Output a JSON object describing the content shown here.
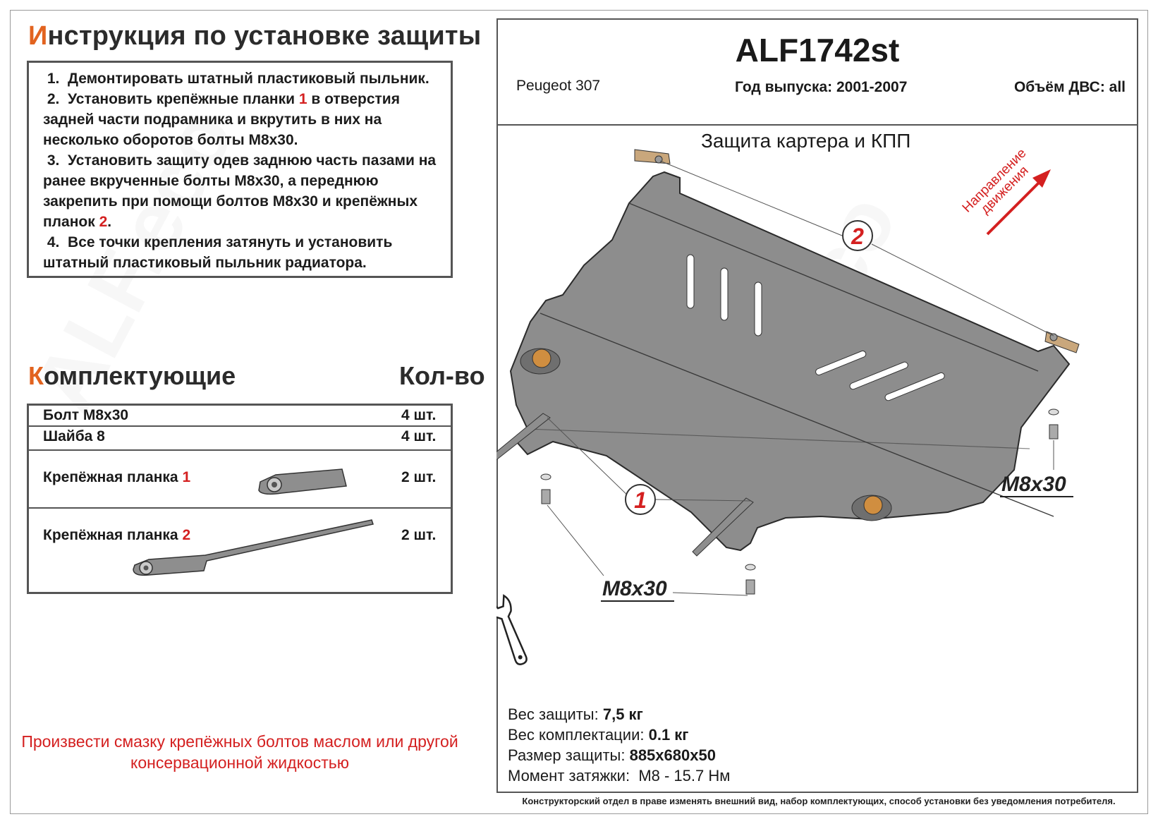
{
  "instructions": {
    "title_first_letter": "И",
    "title_rest": "нструкция по установке защиты",
    "steps": [
      {
        "num": "1.",
        "text": "Демонтировать штатный пластиковый пыльник."
      },
      {
        "num": "2.",
        "text_a": "Установить крепёжные планки ",
        "ref": "1",
        "text_b": " в отверстия задней части подрамника и вкрутить в них на несколько оборотов болты М8х30."
      },
      {
        "num": "3.",
        "text_a": "Установить защиту одев заднюю часть пазами на ранее вкрученные болты М8х30, а переднюю закрепить при помощи болтов М8х30 и крепёжных планок ",
        "ref": "2",
        "text_b": "."
      },
      {
        "num": "4.",
        "text": "Все точки крепления затянуть и установить штатный пластиковый пыльник радиатора."
      }
    ]
  },
  "kit": {
    "title_first_letter": "К",
    "title_rest": "омплектующие",
    "qty_title": "Кол-во",
    "items": [
      {
        "name": "Болт М8х30",
        "ref": "",
        "qty": "4 шт."
      },
      {
        "name": "Шайба 8",
        "ref": "",
        "qty": "4 шт."
      },
      {
        "name": "Крепёжная планка ",
        "ref": "1",
        "qty": "2 шт."
      },
      {
        "name": "Крепёжная планка ",
        "ref": "2",
        "qty": "2 шт."
      }
    ]
  },
  "note": "Произвести смазку крепёжных болтов маслом или другой консервационной жидкостью",
  "product": {
    "code": "ALF1742st",
    "car": "Peugeot 307",
    "year": "Год выпуска: 2001-2007",
    "engine": "Объём ДВС: all",
    "part_title": "Защита картера и КПП"
  },
  "diagram": {
    "callout_1": "1",
    "callout_2": "2",
    "bolt_label_right": "M8x30",
    "bolt_label_bottom": "M8x30",
    "direction_line1": "Направление",
    "direction_line2": "движения"
  },
  "specs": {
    "weight_label": "Вес защиты:",
    "weight_value": "7,5 кг",
    "kit_weight_label": "Вес комплектации:",
    "kit_weight_value": "0.1 кг",
    "size_label": "Размер защиты:",
    "size_value": "885х680х50",
    "torque_label": "Момент затяжки:",
    "torque_value": "M8 - 15.7 Нм"
  },
  "disclaimer": "Конструкторский отдел в праве изменять внешний вид, набор комплектующих, способ установки без уведомления потребителя.",
  "colors": {
    "accent_orange": "#e2631f",
    "ref_red": "#d42020",
    "plate_gray": "#8a8a8a",
    "bracket_tan": "#c9a77c"
  }
}
